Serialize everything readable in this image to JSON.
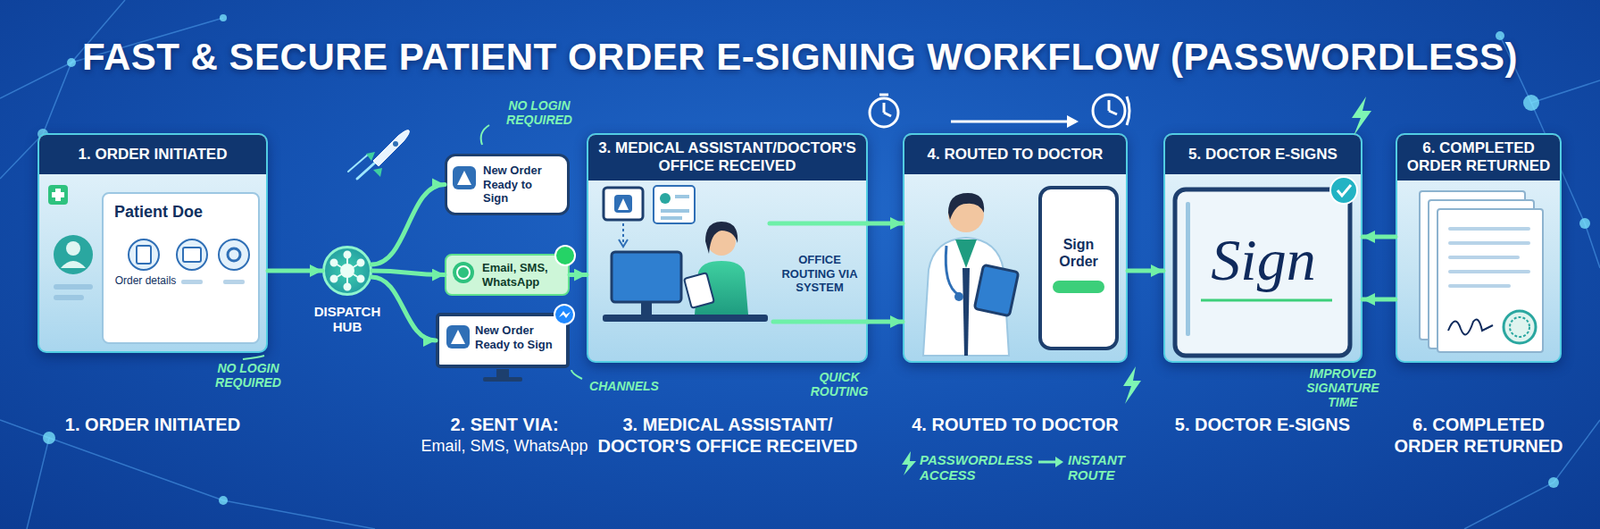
{
  "diagram": {
    "title": "FAST & SECURE PATIENT ORDER E-SIGNING WORKFLOW (PASSWORDLESS)",
    "nodes": [
      {
        "text": [
          "1. ORDER INITIATED"
        ]
      },
      {
        "text": [
          "Patient Doe",
          "Order details"
        ],
        "in": 0
      },
      {
        "text": [
          "DISPATCH HUB"
        ]
      },
      {
        "text": [
          "New Order Ready to Sign"
        ]
      },
      {
        "text": [
          "Email, SMS, WhatsApp"
        ]
      },
      {
        "text": [
          "New Order Ready to Sign"
        ]
      },
      {
        "text": [
          "3. MEDICAL ASSISTANT/DOCTOR'S OFFICE RECEIVED"
        ]
      },
      {
        "text": [
          "4. ROUTED TO DOCTOR"
        ]
      },
      {
        "text": [
          "Sign Order"
        ],
        "in": 7
      },
      {
        "text": [
          "5. DOCTOR E-SIGNS"
        ]
      },
      {
        "text": [
          "6. COMPLETED ORDER RETURNED"
        ]
      }
    ],
    "edges": [
      {
        "from": 0,
        "to": 2,
        "arrow": "to"
      },
      {
        "from": 2,
        "to": 3,
        "arrow": "to"
      },
      {
        "from": 2,
        "to": 4,
        "arrow": "to"
      },
      {
        "from": 2,
        "to": 5,
        "arrow": "to"
      },
      {
        "from": 4,
        "to": 6,
        "arrow": "to"
      },
      {
        "from": 6,
        "to": 7,
        "arrow": "to"
      },
      {
        "from": 6,
        "to": 7,
        "arrow": "to"
      },
      {
        "from": 7,
        "to": 9,
        "arrow": "to"
      },
      {
        "from": 10,
        "to": 9,
        "arrow": "to"
      },
      {
        "from": 10,
        "to": 9,
        "arrow": "to"
      }
    ],
    "labels": [
      "NO LOGIN REQUIRED",
      "NO LOGIN REQUIRED",
      "CHANNELS",
      "OFFICE ROUTING VIA SYSTEM",
      "QUICK ROUTING",
      "Sign",
      "IMPROVED SIGNATURE TIME",
      "1. ORDER INITIATED",
      "2. SENT VIA:",
      "Email, SMS, WhatsApp",
      "3. MEDICAL ASSISTANT/ DOCTOR'S OFFICE RECEIVED",
      "4. ROUTED TO DOCTOR",
      "5. DOCTOR E-SIGNS",
      "6. COMPLETED ORDER RETURNED",
      "PASSWORDLESS ACCESS",
      "INSTANT ROUTE"
    ]
  }
}
